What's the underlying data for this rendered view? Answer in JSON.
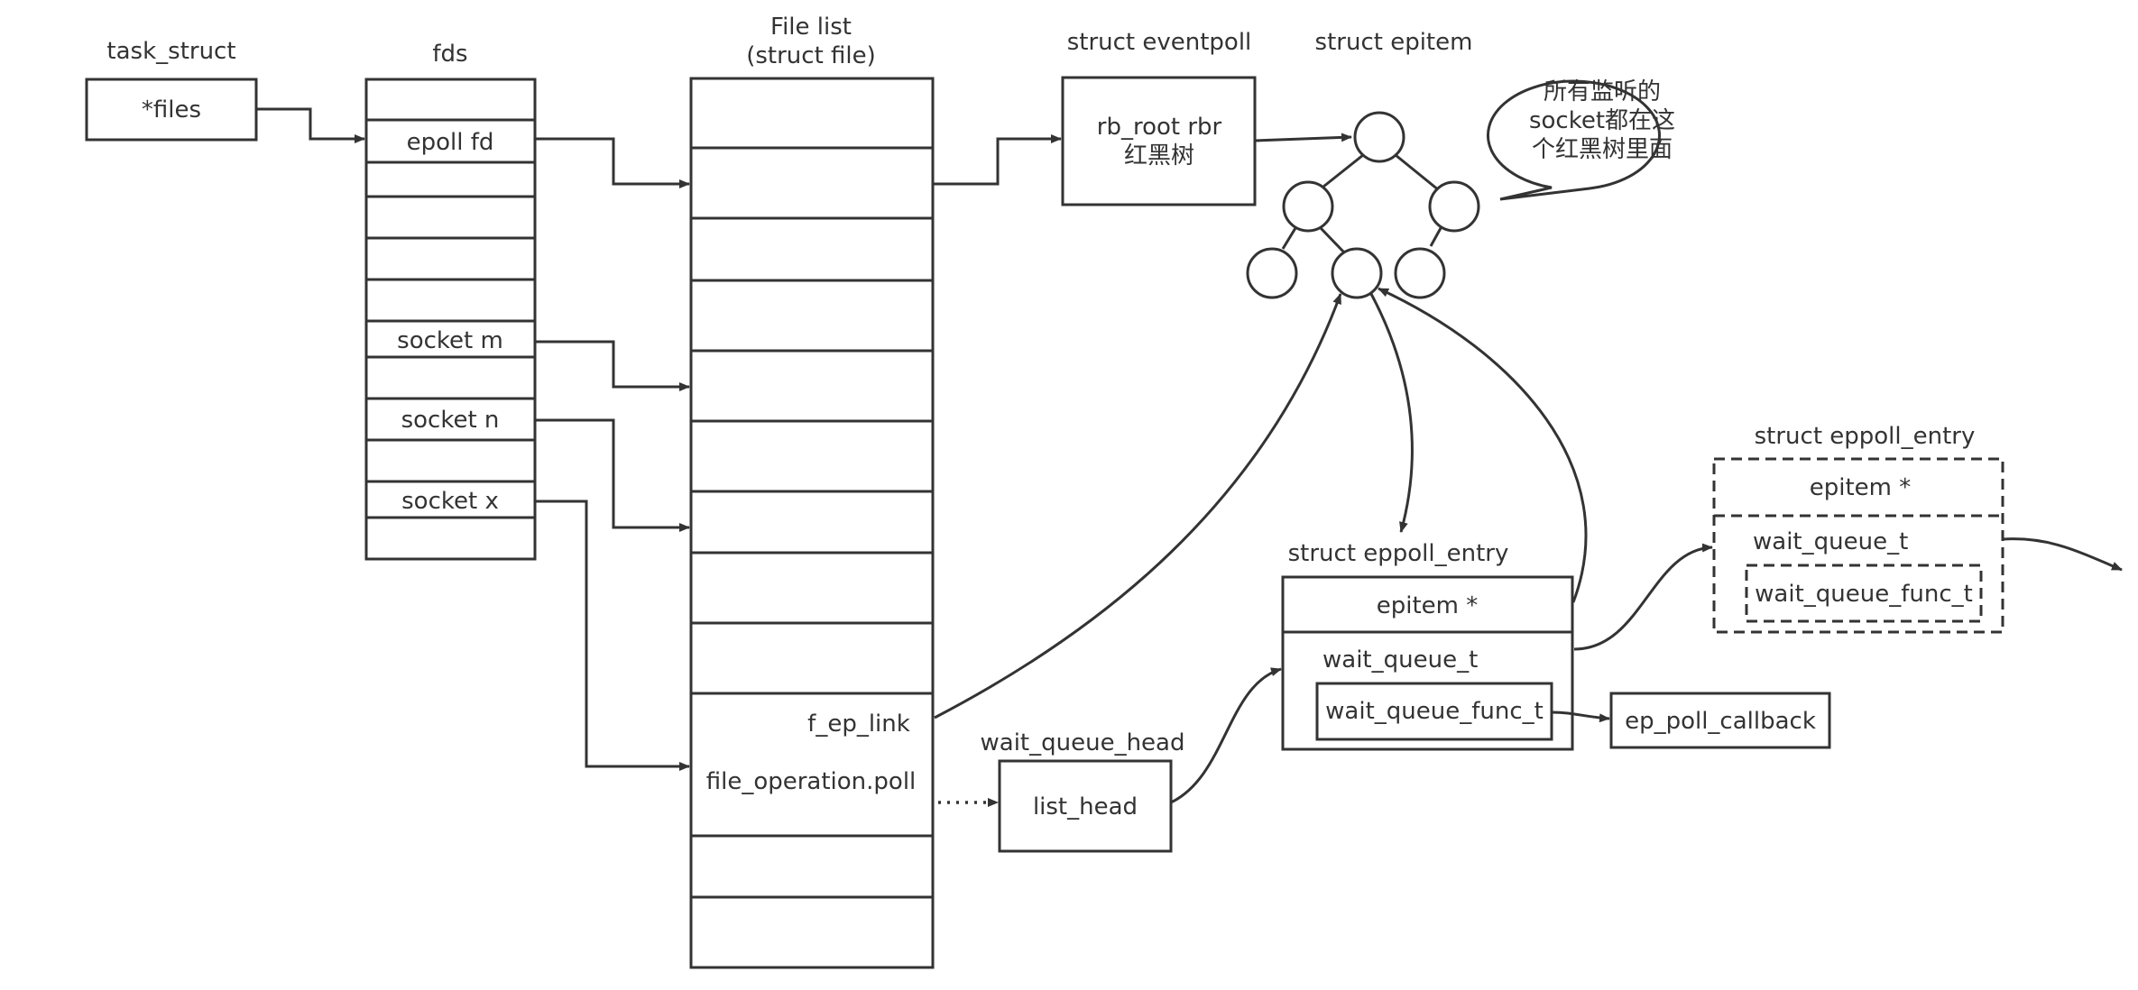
{
  "task_struct": {
    "title": "task_struct",
    "files": "*files"
  },
  "fds": {
    "title": "fds",
    "epoll_fd": "epoll fd",
    "socket_m": "socket m",
    "socket_n": "socket n",
    "socket_x": "socket x"
  },
  "file_list": {
    "title_line1": "File list",
    "title_line2": "(struct file)",
    "f_ep_link": "f_ep_link",
    "poll": "file_operation.poll"
  },
  "eventpoll": {
    "title": "struct eventpoll",
    "line1": "rb_root rbr",
    "line2": "红黑树"
  },
  "epitem": {
    "title": "struct epitem"
  },
  "bubble": {
    "line1": "所有监听的",
    "line2": "socket都在这",
    "line3": "个红黑树里面"
  },
  "wait_queue_head": {
    "title": "wait_queue_head",
    "list_head": "list_head"
  },
  "entry1": {
    "title": "struct eppoll_entry",
    "epitem": "epitem *",
    "wait_queue_t": "wait_queue_t",
    "wait_queue_func_t": "wait_queue_func_t"
  },
  "callback": {
    "label": "ep_poll_callback"
  },
  "entry2": {
    "title": "struct eppoll_entry",
    "epitem": "epitem *",
    "wait_queue_t": "wait_queue_t",
    "wait_queue_func_t": "wait_queue_func_t"
  }
}
